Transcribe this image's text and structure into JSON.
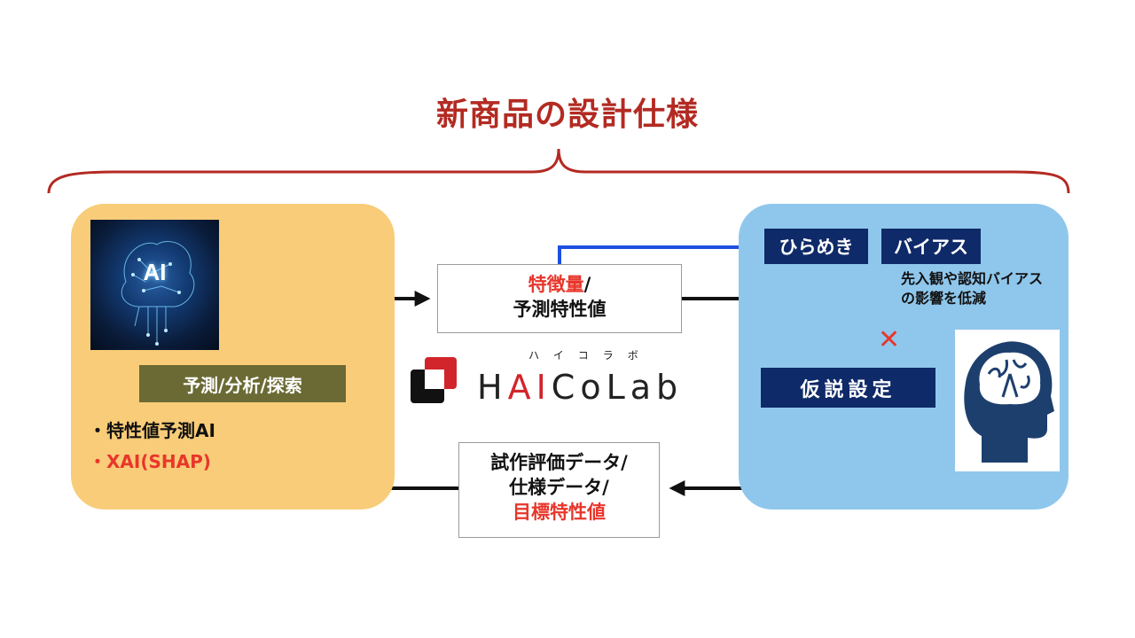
{
  "title": "新商品の設計仕様",
  "ai_panel": {
    "image_label": "AI",
    "process_label": "予測/分析/探索",
    "bullets": [
      "・特性値予測AI",
      "・XAI(SHAP)"
    ]
  },
  "feature_box": {
    "line1_red": "特徴量",
    "line1_rest": "/",
    "line2": "予測特性値"
  },
  "spec_box": {
    "line1": "試作評価データ/",
    "line2": "仕様データ/",
    "line3_red": "目標特性値"
  },
  "logo": {
    "ruby": "ハイコラボ",
    "word_prefix": "H",
    "word_red": "AI",
    "word_suffix": "CoLab"
  },
  "human_panel": {
    "hirameki": "ひらめき",
    "bias": "バイアス",
    "bias_note_line1": "先入観や認知バイアス",
    "bias_note_line2": "の影響を低減",
    "cross": "✕",
    "hypothesis": "仮説設定"
  },
  "colors": {
    "title_red": "#b32a22",
    "left_panel": "#f8cc78",
    "right_panel": "#8fc7ec",
    "navy": "#0f2a68",
    "arrow_blue": "#1f4fe0",
    "accent_red": "#e8362b"
  }
}
